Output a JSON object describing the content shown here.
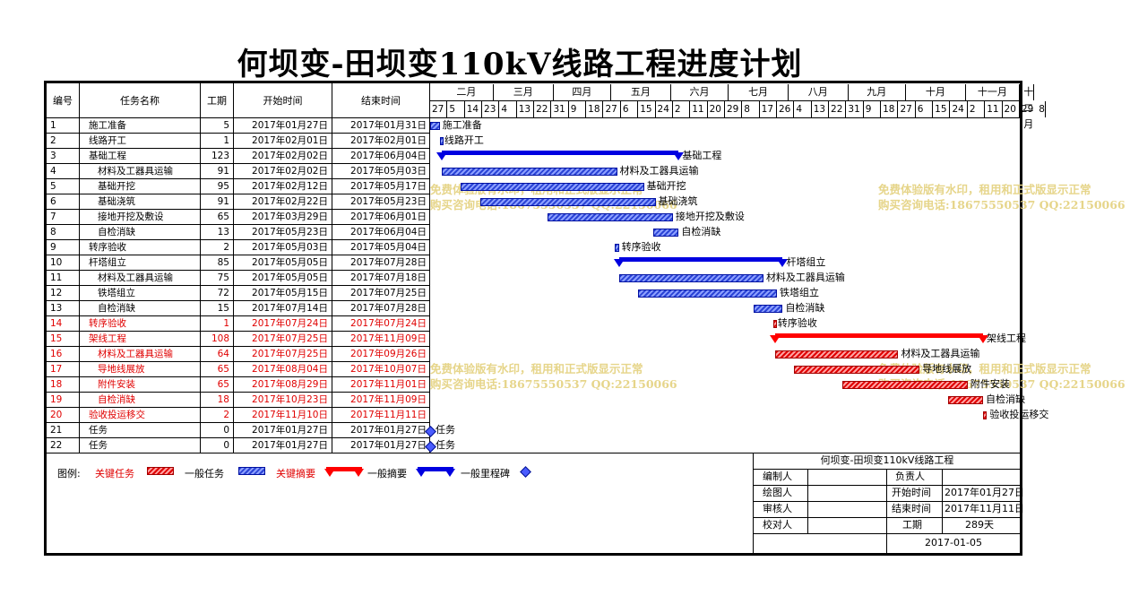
{
  "title": "何坝变-田坝变110kV线路工程进度计划",
  "columns": {
    "id": "编号",
    "name": "任务名称",
    "duration": "工期",
    "start": "开始时间",
    "end": "结束时间"
  },
  "months": [
    "二月",
    "三月",
    "四月",
    "五月",
    "六月",
    "七月",
    "八月",
    "九月",
    "十月",
    "十一月",
    "十二月"
  ],
  "days": [
    "27",
    "5",
    "14",
    "23",
    "4",
    "13",
    "22",
    "31",
    "9",
    "18",
    "27",
    "6",
    "15",
    "24",
    "2",
    "11",
    "20",
    "29",
    "8",
    "17",
    "26",
    "4",
    "13",
    "22",
    "31",
    "9",
    "18",
    "27",
    "6",
    "15",
    "24",
    "2",
    "11",
    "20",
    "29",
    "8"
  ],
  "tasks": [
    {
      "id": "1",
      "name": "施工准备",
      "indent": 0,
      "duration": "5",
      "start": "2017年01月27日",
      "end": "2017年01月31日",
      "critical": false,
      "kind": "task",
      "label": "施工准备"
    },
    {
      "id": "2",
      "name": "线路开工",
      "indent": 0,
      "duration": "1",
      "start": "2017年02月01日",
      "end": "2017年02月01日",
      "critical": false,
      "kind": "task",
      "label": "线路开工"
    },
    {
      "id": "3",
      "name": "基础工程",
      "indent": 0,
      "duration": "123",
      "start": "2017年02月02日",
      "end": "2017年06月04日",
      "critical": false,
      "kind": "summary",
      "label": "基础工程"
    },
    {
      "id": "4",
      "name": "材料及工器具运输",
      "indent": 1,
      "duration": "91",
      "start": "2017年02月02日",
      "end": "2017年05月03日",
      "critical": false,
      "kind": "task",
      "label": "材料及工器具运输"
    },
    {
      "id": "5",
      "name": "基础开挖",
      "indent": 1,
      "duration": "95",
      "start": "2017年02月12日",
      "end": "2017年05月17日",
      "critical": false,
      "kind": "task",
      "label": "基础开挖"
    },
    {
      "id": "6",
      "name": "基础浇筑",
      "indent": 1,
      "duration": "91",
      "start": "2017年02月22日",
      "end": "2017年05月23日",
      "critical": false,
      "kind": "task",
      "label": "基础浇筑"
    },
    {
      "id": "7",
      "name": "接地开挖及敷设",
      "indent": 1,
      "duration": "65",
      "start": "2017年03月29日",
      "end": "2017年06月01日",
      "critical": false,
      "kind": "task",
      "label": "接地开挖及敷设"
    },
    {
      "id": "8",
      "name": "自检消缺",
      "indent": 1,
      "duration": "13",
      "start": "2017年05月23日",
      "end": "2017年06月04日",
      "critical": false,
      "kind": "task",
      "label": "自检消缺"
    },
    {
      "id": "9",
      "name": "转序验收",
      "indent": 0,
      "duration": "2",
      "start": "2017年05月03日",
      "end": "2017年05月04日",
      "critical": false,
      "kind": "task",
      "label": "转序验收"
    },
    {
      "id": "10",
      "name": "杆塔组立",
      "indent": 0,
      "duration": "85",
      "start": "2017年05月05日",
      "end": "2017年07月28日",
      "critical": false,
      "kind": "summary",
      "label": "杆塔组立"
    },
    {
      "id": "11",
      "name": "材料及工器具运输",
      "indent": 1,
      "duration": "75",
      "start": "2017年05月05日",
      "end": "2017年07月18日",
      "critical": false,
      "kind": "task",
      "label": "材料及工器具运输"
    },
    {
      "id": "12",
      "name": "铁塔组立",
      "indent": 1,
      "duration": "72",
      "start": "2017年05月15日",
      "end": "2017年07月25日",
      "critical": false,
      "kind": "task",
      "label": "铁塔组立"
    },
    {
      "id": "13",
      "name": "自检消缺",
      "indent": 1,
      "duration": "15",
      "start": "2017年07月14日",
      "end": "2017年07月28日",
      "critical": false,
      "kind": "task",
      "label": "自检消缺"
    },
    {
      "id": "14",
      "name": "转序验收",
      "indent": 0,
      "duration": "1",
      "start": "2017年07月24日",
      "end": "2017年07月24日",
      "critical": true,
      "kind": "task",
      "label": "转序验收"
    },
    {
      "id": "15",
      "name": "架线工程",
      "indent": 0,
      "duration": "108",
      "start": "2017年07月25日",
      "end": "2017年11月09日",
      "critical": true,
      "kind": "summary",
      "label": "架线工程"
    },
    {
      "id": "16",
      "name": "材料及工器具运输",
      "indent": 1,
      "duration": "64",
      "start": "2017年07月25日",
      "end": "2017年09月26日",
      "critical": true,
      "kind": "task",
      "label": "材料及工器具运输"
    },
    {
      "id": "17",
      "name": "导地线展放",
      "indent": 1,
      "duration": "65",
      "start": "2017年08月04日",
      "end": "2017年10月07日",
      "critical": true,
      "kind": "task",
      "label": "导地线展放"
    },
    {
      "id": "18",
      "name": "附件安装",
      "indent": 1,
      "duration": "65",
      "start": "2017年08月29日",
      "end": "2017年11月01日",
      "critical": true,
      "kind": "task",
      "label": "附件安装"
    },
    {
      "id": "19",
      "name": "自检消缺",
      "indent": 1,
      "duration": "18",
      "start": "2017年10月23日",
      "end": "2017年11月09日",
      "critical": true,
      "kind": "task",
      "label": "自检消缺"
    },
    {
      "id": "20",
      "name": "验收投运移交",
      "indent": 0,
      "duration": "2",
      "start": "2017年11月10日",
      "end": "2017年11月11日",
      "critical": true,
      "kind": "task",
      "label": "验收投运移交"
    },
    {
      "id": "21",
      "name": "任务",
      "indent": 0,
      "duration": "0",
      "start": "2017年01月27日",
      "end": "2017年01月27日",
      "critical": false,
      "kind": "milestone",
      "label": "任务"
    },
    {
      "id": "22",
      "name": "任务",
      "indent": 0,
      "duration": "0",
      "start": "2017年01月27日",
      "end": "2017年01月27日",
      "critical": false,
      "kind": "milestone",
      "label": "任务"
    }
  ],
  "watermark": {
    "line1": "免费体验版有水印，租用和正式版显示正常",
    "line2": "购买咨询电话:18675550537 QQ:22150066"
  },
  "legend": {
    "title": "图例:",
    "critical_task": "关键任务",
    "normal_task": "一般任务",
    "critical_summary": "关键摘要",
    "normal_summary": "一般摘要",
    "milestone": "一般里程碑"
  },
  "titleblock": {
    "project": "何坝变-田坝变110kV线路工程",
    "editor_label": "编制人",
    "editor": "",
    "owner_label": "负责人",
    "owner": "",
    "drawer_label": "绘图人",
    "drawer": "",
    "start_label": "开始时间",
    "start": "2017年01月27日",
    "checker_label": "审核人",
    "checker": "",
    "end_label": "结束时间",
    "end": "2017年11月11日",
    "proof_label": "校对人",
    "proof": "",
    "duration_label": "工期",
    "duration": "289天",
    "date": "2017-01-05"
  },
  "colors": {
    "normal": "#0000e0",
    "critical": "#ff0000",
    "watermark": "#e6d58a"
  }
}
